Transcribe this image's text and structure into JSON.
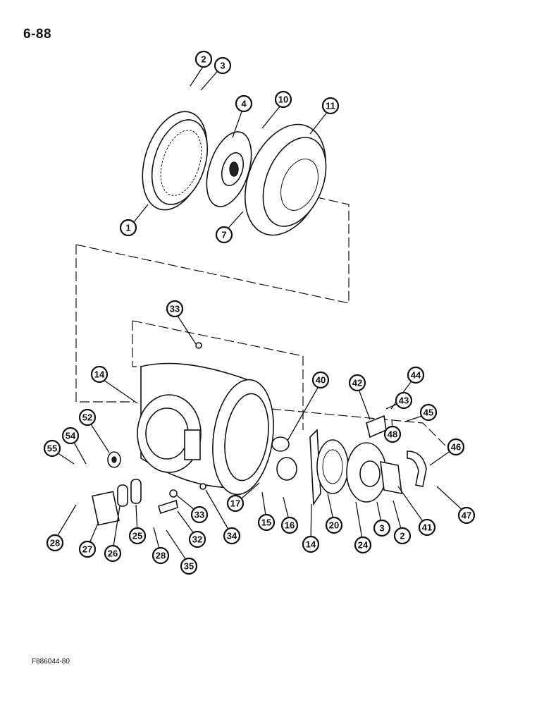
{
  "page": {
    "page_number": "6-88",
    "figure_code": "F886044-80"
  },
  "callouts": [
    "2",
    "3",
    "4",
    "10",
    "11",
    "1",
    "7",
    "33",
    "14",
    "40",
    "42",
    "44",
    "43",
    "45",
    "52",
    "54",
    "55",
    "48",
    "46",
    "47",
    "17",
    "15",
    "16",
    "20",
    "24",
    "3",
    "2",
    "41",
    "14",
    "33",
    "34",
    "28",
    "27",
    "26",
    "25",
    "32",
    "28",
    "35"
  ]
}
